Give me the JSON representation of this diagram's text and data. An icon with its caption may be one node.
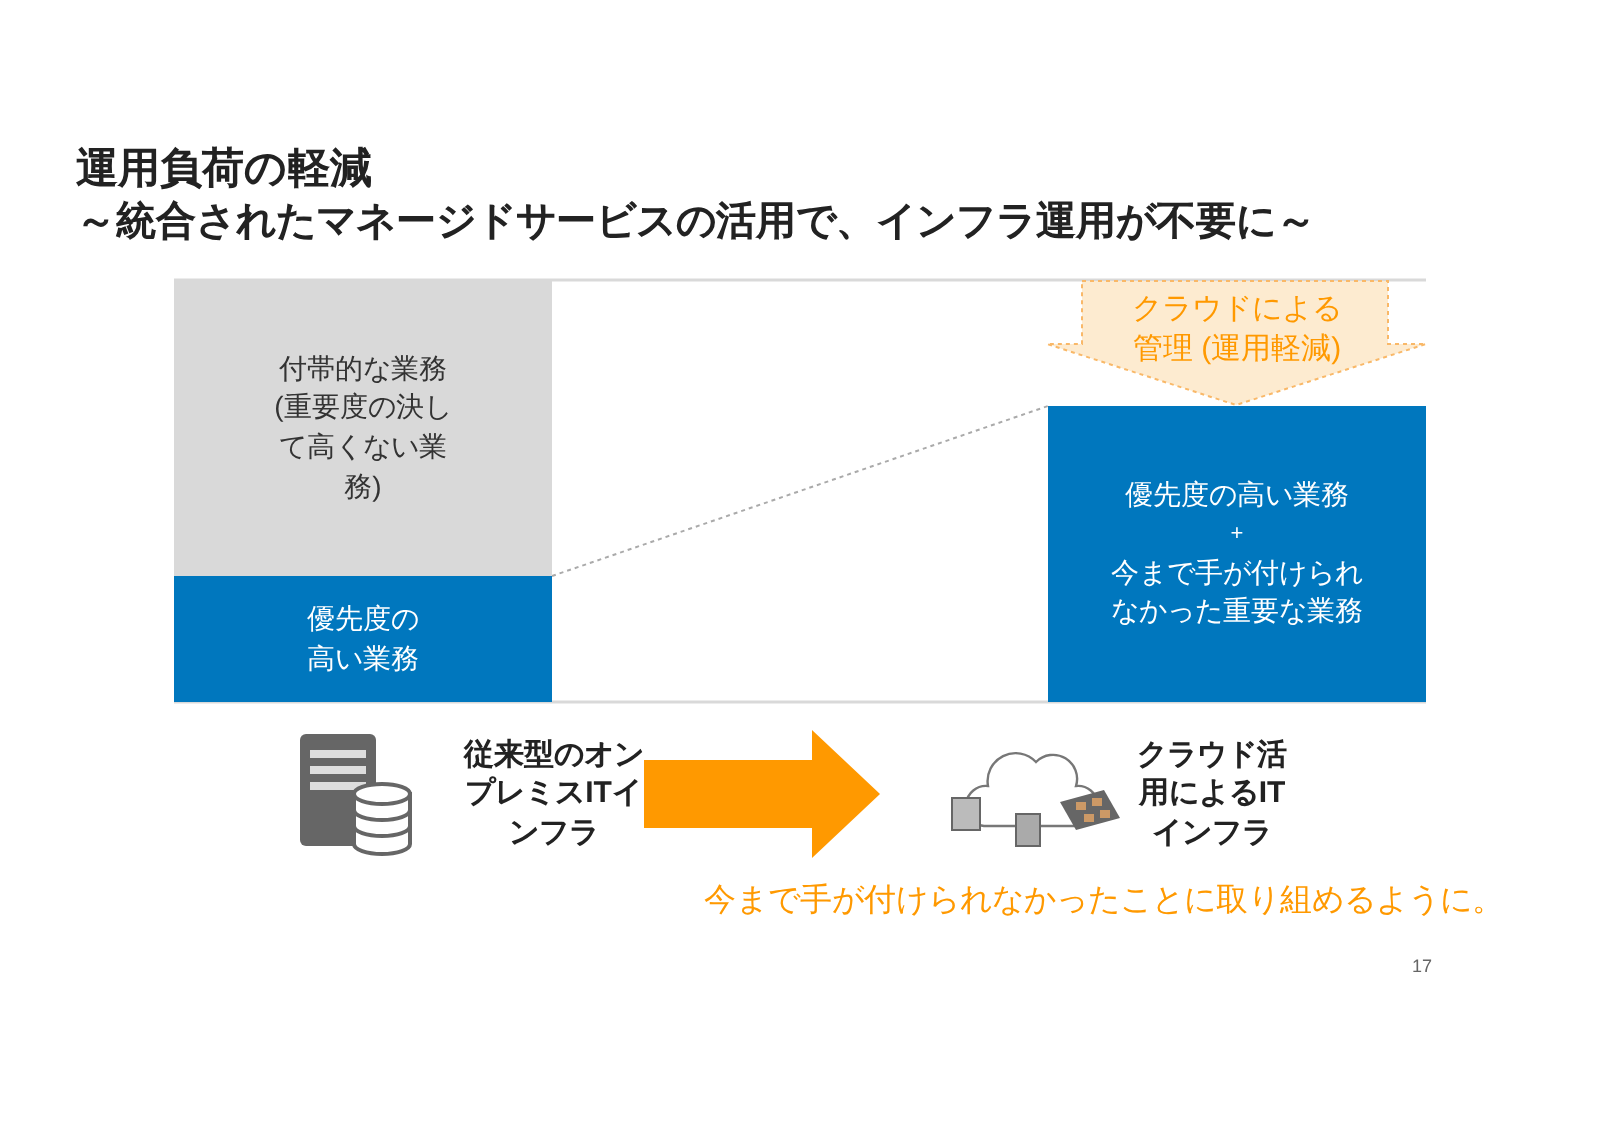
{
  "diagram": {
    "title": "運用負荷の軽減",
    "nodes": [
      {
        "text": [
          "付帯的な業務(重要度の決して高くない業務)"
        ]
      },
      {
        "text": [
          "優先度の高い業務"
        ]
      },
      {
        "text": [
          "優先度の高い業務",
          "+",
          "今まで手が付けられなかった重要な業務"
        ]
      },
      {
        "text": [
          "クラウドによる管理 (運用軽減)"
        ]
      },
      {
        "text": [
          "従来型のオンプレミスITインフラ"
        ]
      },
      {
        "text": [
          "クラウド活用によるITインフラ"
        ]
      }
    ],
    "edges": [
      {
        "from": 1,
        "to": 2,
        "arrow": "none",
        "style": "dashed",
        "color": "#aaaaaa"
      },
      {
        "from": 4,
        "to": 5,
        "arrow": "to",
        "style": "thick",
        "color": "#ff9900"
      }
    ],
    "labels": [
      "～統合されたマネージドサービスの活用で、インフラ運用が不要に～",
      "今まで手が付けられなかったことに取り組めるように。",
      "17"
    ]
  }
}
